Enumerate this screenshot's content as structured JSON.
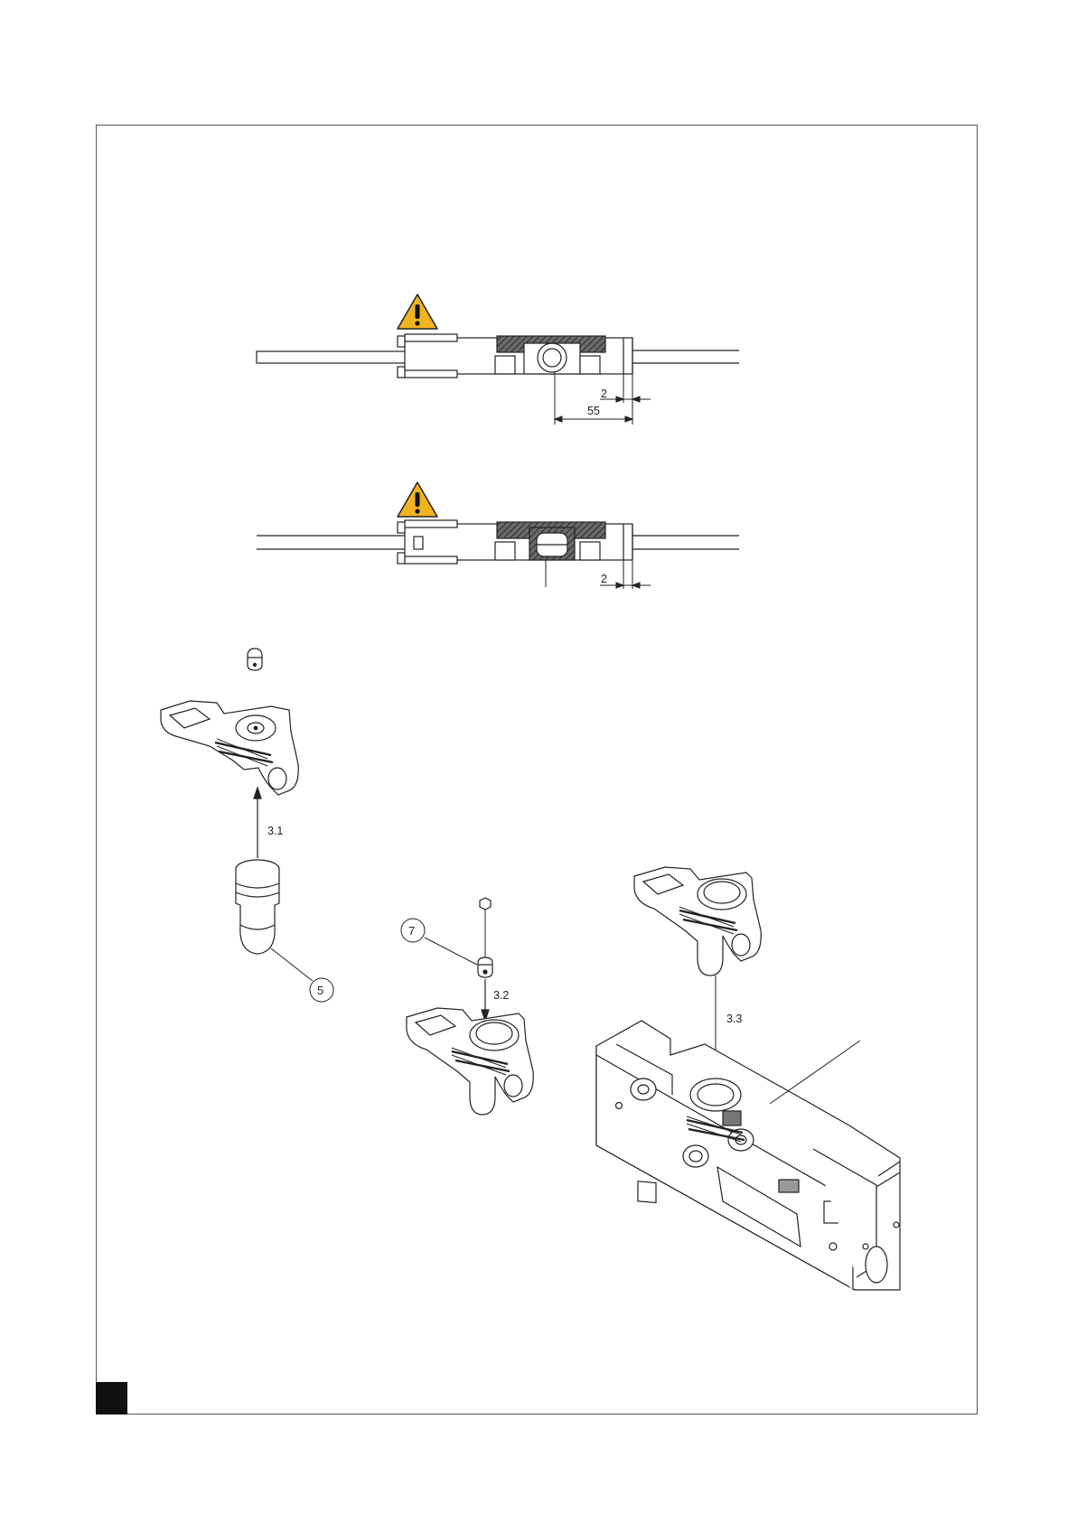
{
  "figures": {
    "top_section": {
      "warning_icon": "warning-triangle-icon",
      "dim_small": "2",
      "dim_large": "55"
    },
    "middle_section": {
      "warning_icon": "warning-triangle-icon",
      "dim_small": "2"
    },
    "steps": [
      {
        "label": "3.1"
      },
      {
        "label": "3.2"
      },
      {
        "label": "3.3"
      }
    ],
    "callouts": [
      {
        "number": "5"
      },
      {
        "number": "7"
      }
    ]
  },
  "colors": {
    "warning_fill": "#F2B321",
    "hatch": "#4a4a4a",
    "line": "#222222",
    "page_marker": "#111111"
  }
}
